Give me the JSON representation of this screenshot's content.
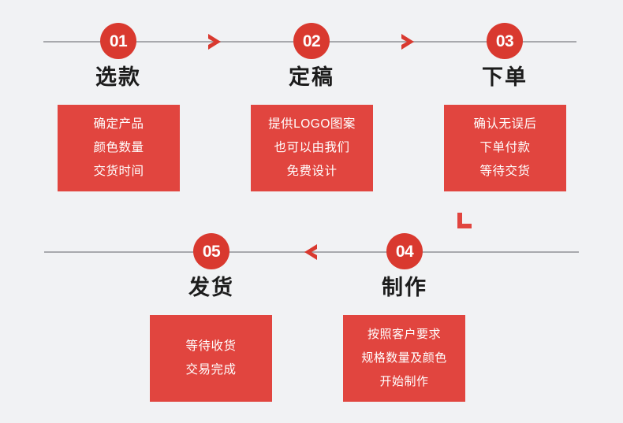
{
  "theme": {
    "background": "#f1f2f4",
    "card_red": "#e1453f",
    "badge_red": "#d9392f",
    "rule_gray": "#a8a9ad",
    "heading_color": "#1c1c1c",
    "card_text_color": "#ffffff"
  },
  "rows": [
    {
      "name": "row-1",
      "direction": "left-to-right",
      "steps": [
        {
          "number": "01",
          "title": "选款",
          "lines": [
            "确定产品",
            "颜色数量",
            "交货时间"
          ]
        },
        {
          "number": "02",
          "title": "定稿",
          "lines": [
            "提供LOGO图案",
            "也可以由我们",
            "免费设计"
          ]
        },
        {
          "number": "03",
          "title": "下单",
          "lines": [
            "确认无误后",
            "下单付款",
            "等待交货"
          ]
        }
      ]
    },
    {
      "name": "row-2",
      "direction": "right-to-left",
      "steps": [
        {
          "number": "05",
          "title": "发货",
          "lines": [
            "等待收货",
            "交易完成"
          ]
        },
        {
          "number": "04",
          "title": "制作",
          "lines": [
            "按照客户要求",
            "规格数量及颜色",
            "开始制作"
          ]
        }
      ]
    }
  ],
  "connectors": {
    "arrow_1_2": "chevron-right-icon",
    "arrow_2_3": "chevron-right-icon",
    "arrow_3_4": "corner-turn-icon",
    "arrow_4_5": "chevron-left-icon"
  }
}
